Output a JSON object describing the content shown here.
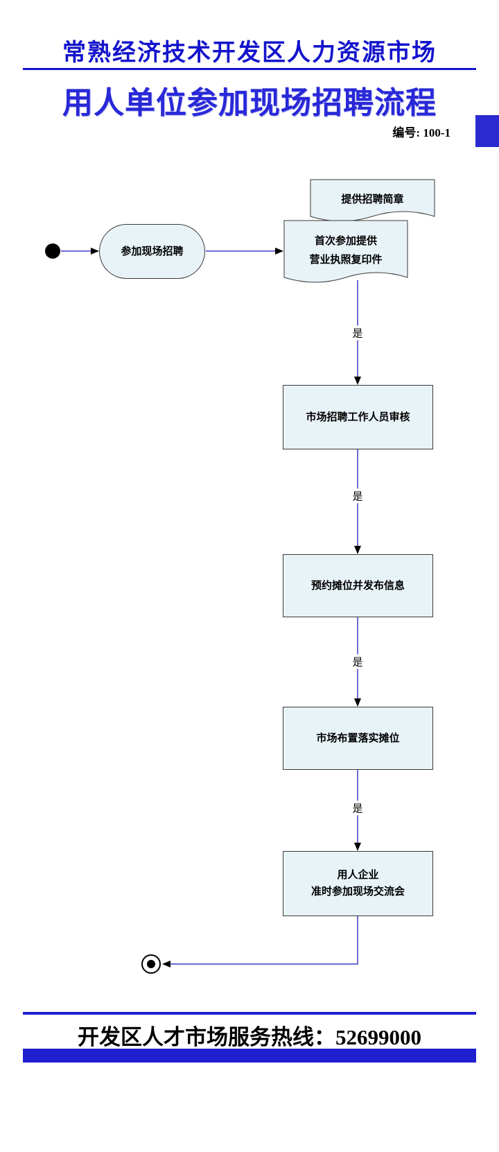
{
  "header": {
    "org_title": "常熟经济技术开发区人力资源市场",
    "flow_title": "用人单位参加现场招聘流程",
    "doc_number": "编号: 100-1"
  },
  "flow": {
    "nodes": {
      "attend": "参加现场招聘",
      "doc_back": "提供招聘简章",
      "doc_front_line1": "首次参加提供",
      "doc_front_line2": "营业执照复印件",
      "review": "市场招聘工作人员审核",
      "reserve": "预约摊位并发布信息",
      "arrange": "市场布置落实摊位",
      "fair_line1": "用人企业",
      "fair_line2": "准时参加现场交流会"
    },
    "edge_labels": {
      "yes1": "是",
      "yes2": "是",
      "yes3": "是",
      "yes4": "是"
    }
  },
  "footer": {
    "hotline": "开发区人才市场服务热线：52699000"
  },
  "colors": {
    "title_blue": "#1414cc",
    "node_fill": "#e8f3f8",
    "line_blue": "#3c3cc8",
    "bar_blue": "#1f1fd0"
  }
}
